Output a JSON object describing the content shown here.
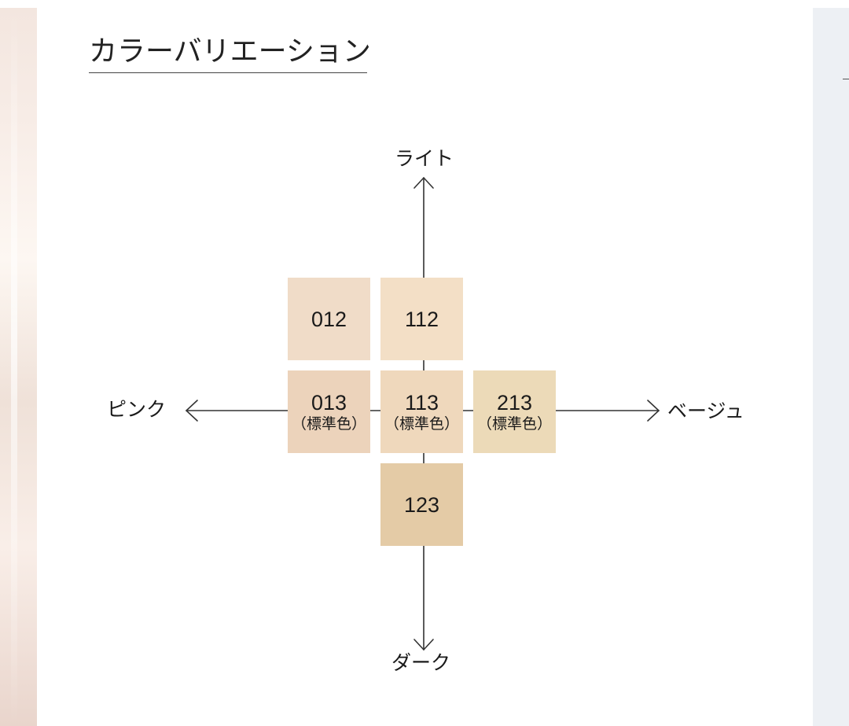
{
  "title": "カラーバリエーション",
  "axes": {
    "top": "ライト",
    "bottom": "ダーク",
    "left": "ピンク",
    "right": "ベージュ"
  },
  "swatches": [
    {
      "code": "012",
      "note": "",
      "color": "#f0dcc8"
    },
    {
      "code": "112",
      "note": "",
      "color": "#f3dfc6"
    },
    {
      "code": "013",
      "note": "（標準色）",
      "color": "#ecd3bb"
    },
    {
      "code": "113",
      "note": "（標準色）",
      "color": "#efd8bc"
    },
    {
      "code": "213",
      "note": "（標準色）",
      "color": "#ecdab8"
    },
    {
      "code": "123",
      "note": "",
      "color": "#e4cba6"
    }
  ],
  "colors": {
    "axis_line": "#333333",
    "left_panel": "#f3e6df",
    "right_panel": "#edf0f4"
  }
}
